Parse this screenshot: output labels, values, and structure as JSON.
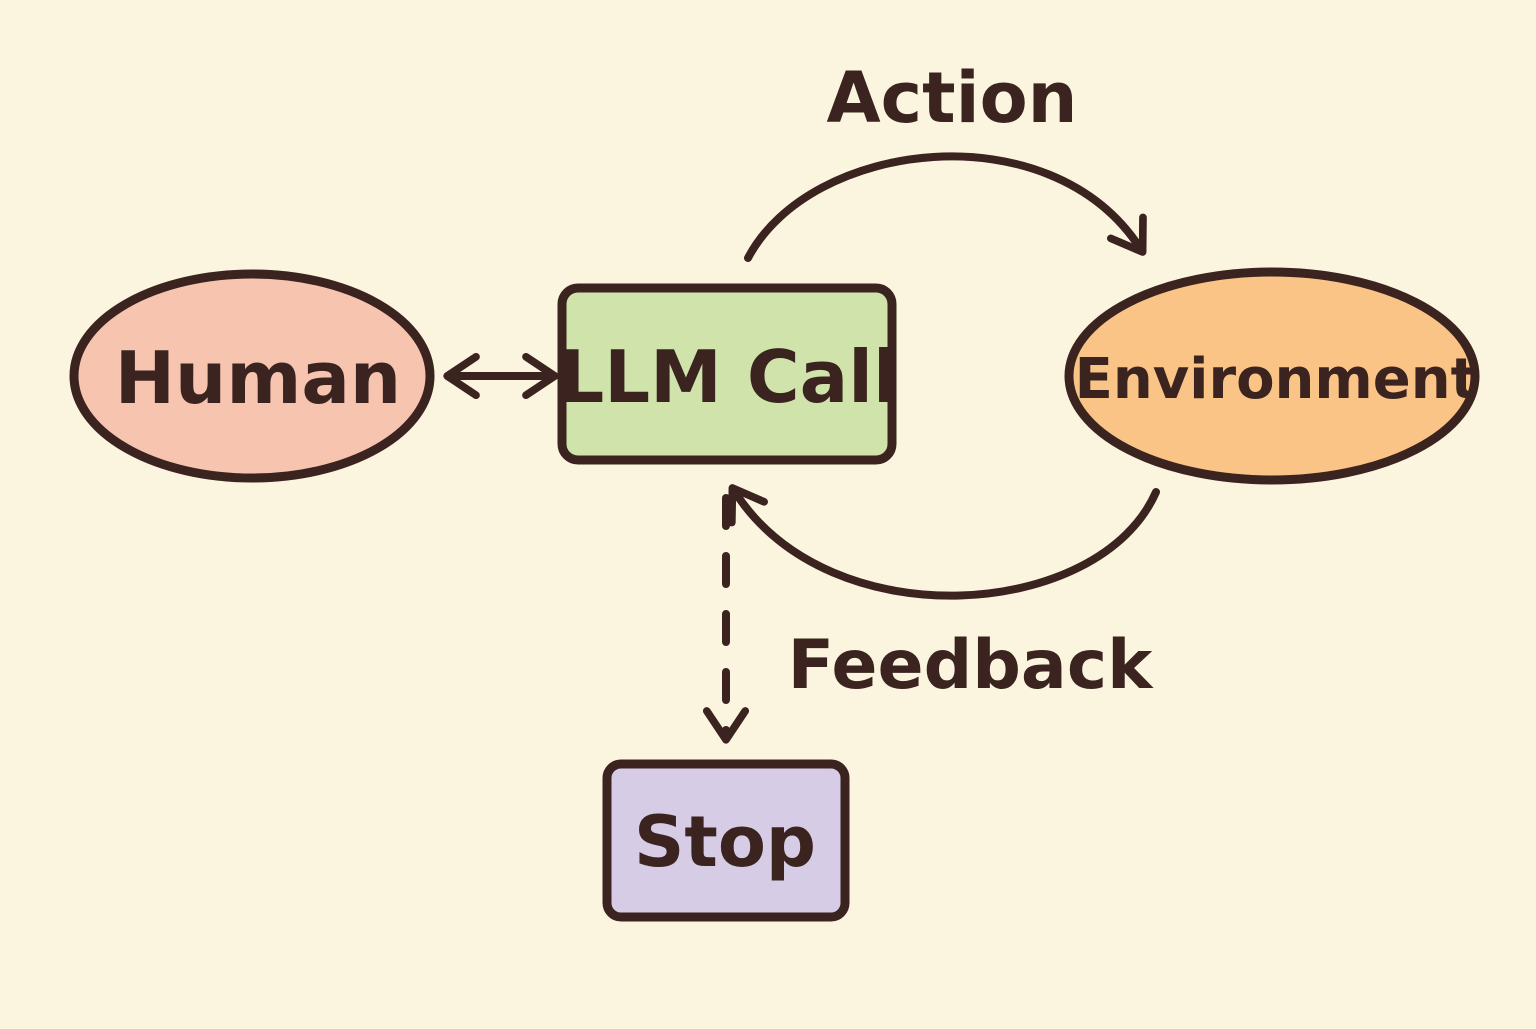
{
  "diagram": {
    "nodes": {
      "human": {
        "label": "Human",
        "fill": "#f7c4b0"
      },
      "llm_call": {
        "label": "LLM Call",
        "fill": "#cfe3ab"
      },
      "environment": {
        "label": "Environment",
        "fill": "#fbc487"
      },
      "stop": {
        "label": "Stop",
        "fill": "#d6cce6"
      }
    },
    "edges": {
      "action": {
        "label": "Action"
      },
      "feedback": {
        "label": "Feedback"
      }
    },
    "colors": {
      "background": "#fbf5df",
      "stroke": "#3b2420"
    }
  }
}
